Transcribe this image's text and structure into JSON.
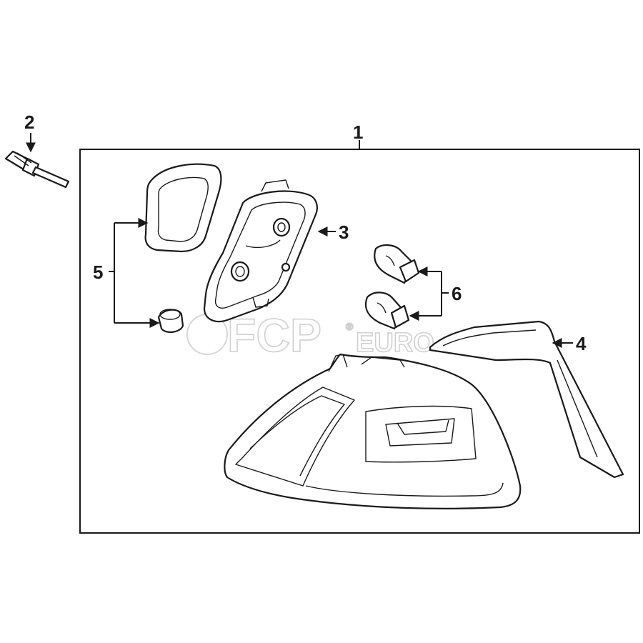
{
  "diagram": {
    "callouts": {
      "c1": "1",
      "c2": "2",
      "c3": "3",
      "c4": "4",
      "c5": "5",
      "c6": "6"
    },
    "watermark": {
      "brand": "FCP",
      "suffix": "EURO",
      "mark": "®"
    }
  }
}
